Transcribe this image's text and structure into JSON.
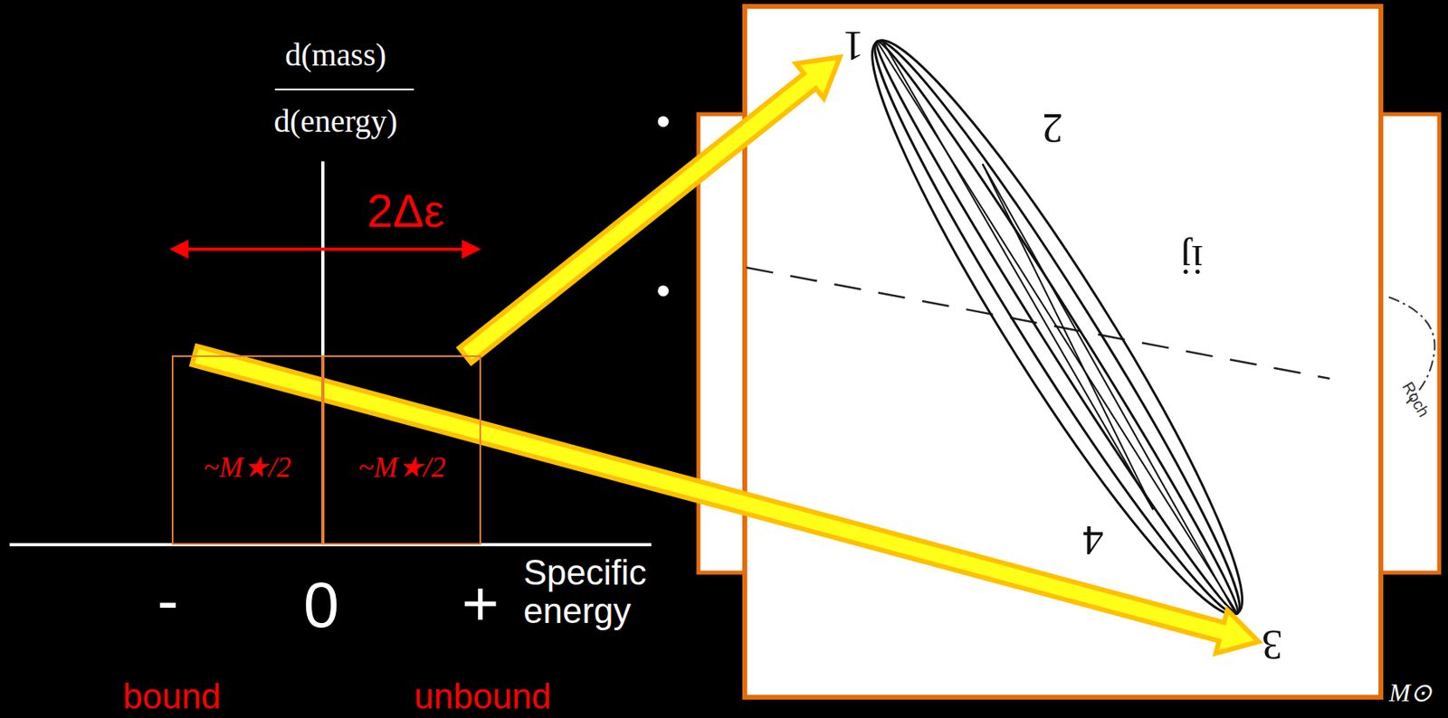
{
  "diagram": {
    "nodes": [
      {
        "text": [
          "~M★/2"
        ]
      },
      {
        "text": [
          "~M★/2"
        ]
      },
      {
        "text": [
          "1"
        ]
      },
      {
        "text": [
          "3"
        ]
      }
    ],
    "edges": [
      {
        "from": 1,
        "to": 2,
        "arrow": "to"
      },
      {
        "from": 0,
        "to": 3,
        "arrow": "to"
      }
    ],
    "labels": [
      "d(mass)",
      "d(energy)",
      "2Δε",
      "-",
      "0",
      "+",
      "Specific energy",
      "bound",
      "unbound",
      "•",
      "•",
      "2",
      "ij",
      "4",
      "Roch",
      "M⊙"
    ]
  }
}
